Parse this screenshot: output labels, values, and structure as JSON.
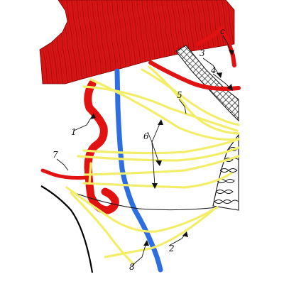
{
  "labels": [
    {
      "id": "label-1",
      "text": "1"
    },
    {
      "id": "label-2",
      "text": "2"
    },
    {
      "id": "label-3",
      "text": "3"
    },
    {
      "id": "label-4",
      "text": "4"
    },
    {
      "id": "label-5",
      "text": "5"
    },
    {
      "id": "label-6",
      "text": "6"
    },
    {
      "id": "label-7",
      "text": "7"
    },
    {
      "id": "label-8",
      "text": "8"
    },
    {
      "id": "label-c",
      "text": "c"
    }
  ],
  "colors": {
    "muscle": "#d91414",
    "muscle_stripe": "#8f0a0a",
    "artery": "#e01212",
    "vein": "#2f6ee0",
    "nerve": "#f2ee6a",
    "plexus": "#1a1a1a",
    "outline": "#000000"
  },
  "icons": [
    "muscle-mass",
    "artery-vessel",
    "vein-vessel",
    "nerve-branch",
    "net-plexus"
  ]
}
